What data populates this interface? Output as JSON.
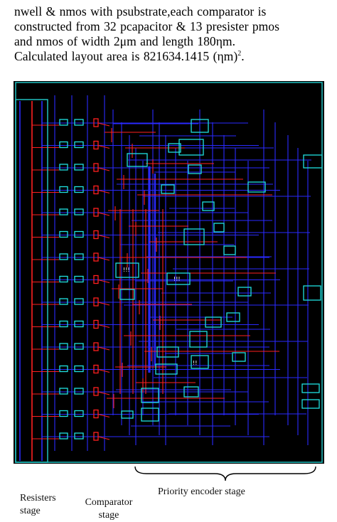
{
  "paragraph": {
    "line1": "nwell & nmos with psubstrate,each comparator is",
    "line2": "constructed from 32 pcapacitor & 13 presister pmos",
    "line3": "and nmos of width 2μm and length 180ηm.",
    "line4": "Calculated layout area is 821634.1415 (ηm)",
    "line4_sup": "2",
    "line4_end": "."
  },
  "figure": {
    "background": "#000000",
    "colors": {
      "metal1": "#2a2aff",
      "poly": "#ff2020",
      "contact": "#20e0e0",
      "frame": "#20c0c0"
    },
    "contact_labels": [
      "!!!",
      "!!!",
      "!!"
    ]
  },
  "captions": {
    "resisters_line1": "Resisters",
    "resisters_line2": "stage",
    "comparator_line1": "Comparator",
    "comparator_line2": "stage",
    "priority": "Priority encoder stage"
  }
}
